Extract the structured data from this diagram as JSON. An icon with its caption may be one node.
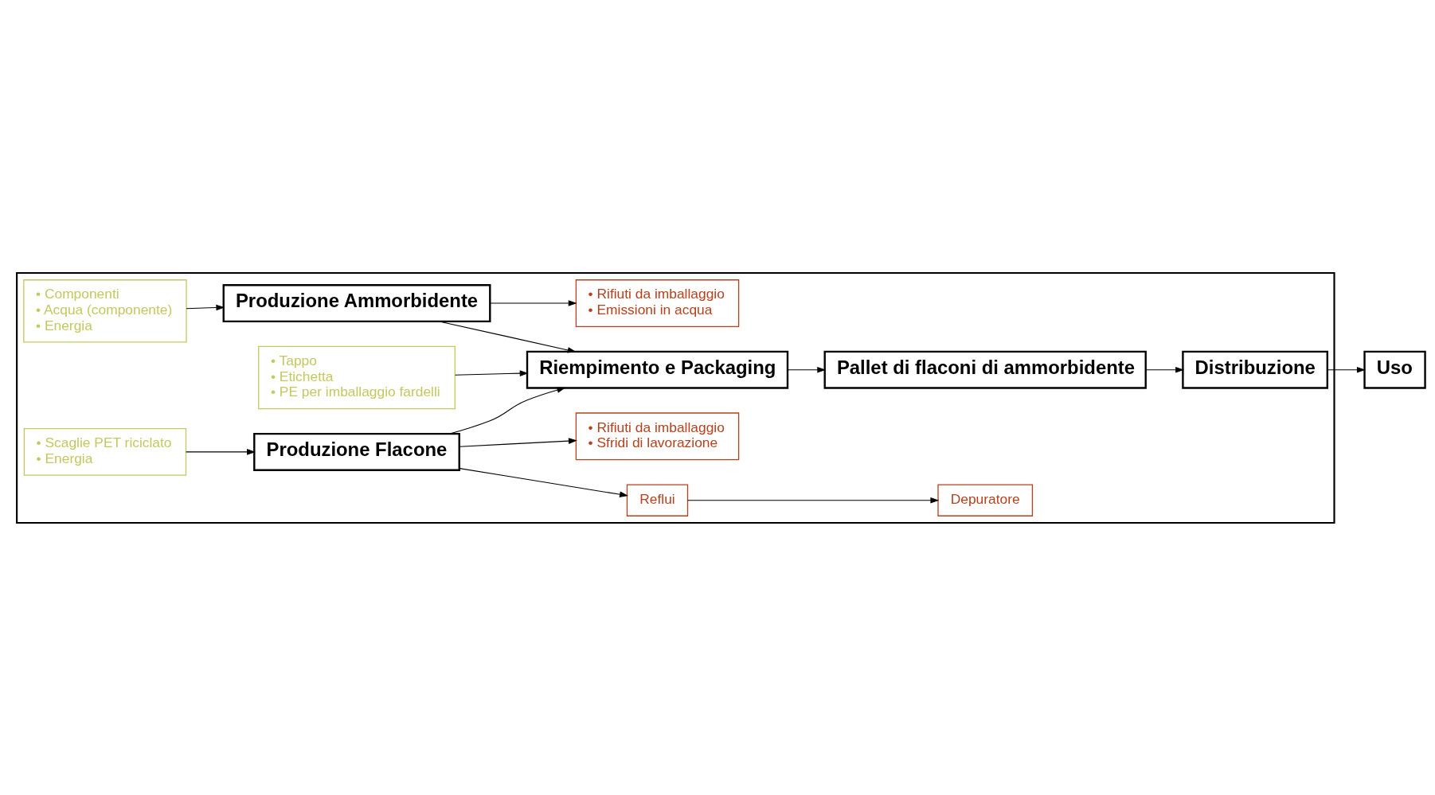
{
  "diagram": {
    "nodes": [
      {
        "text": [],
        "shape": "box"
      },
      {
        "text": [
          "• Componenti",
          "• Acqua (componente)",
          "• Energia"
        ],
        "in": 0
      },
      {
        "text": [
          "Produzione Ammorbidente"
        ],
        "in": 0
      },
      {
        "text": [
          "• Tappo",
          "• Etichetta",
          "• PE per imballaggio fardelli"
        ],
        "in": 0
      },
      {
        "text": [
          "• Rifiuti da imballaggio",
          "• Emissioni in acqua"
        ],
        "in": 0
      },
      {
        "text": [
          "Riempimento e Packaging"
        ],
        "in": 0
      },
      {
        "text": [
          "Pallet di flaconi di ammorbidente"
        ],
        "in": 0
      },
      {
        "text": [
          "• Scaglie PET riciclato",
          "• Energia"
        ],
        "in": 0
      },
      {
        "text": [
          "Produzione Flacone"
        ],
        "in": 0
      },
      {
        "text": [
          "Distribuzione"
        ],
        "in": 0
      },
      {
        "text": [
          "Uso"
        ]
      },
      {
        "text": [
          "• Rifiuti da imballaggio",
          "• Sfridi di lavorazione"
        ],
        "in": 0
      },
      {
        "text": [
          "Reflui"
        ],
        "in": 0
      },
      {
        "text": [
          "Depuratore"
        ],
        "in": 0
      }
    ],
    "edges": [
      {
        "from": 1,
        "to": 2,
        "arrow": "to"
      },
      {
        "from": 2,
        "to": 5,
        "arrow": "to"
      },
      {
        "from": 3,
        "to": 5,
        "arrow": "to"
      },
      {
        "from": 2,
        "to": 4,
        "arrow": "to"
      },
      {
        "from": 5,
        "to": 6,
        "arrow": "to"
      },
      {
        "from": 7,
        "to": 8,
        "arrow": "to"
      },
      {
        "from": 8,
        "to": 5,
        "arrow": "to"
      },
      {
        "from": 6,
        "to": 9,
        "arrow": "to"
      },
      {
        "from": 9,
        "to": 10,
        "arrow": "to"
      },
      {
        "from": 8,
        "to": 11,
        "arrow": "to"
      },
      {
        "from": 8,
        "to": 12,
        "arrow": "to"
      },
      {
        "from": 12,
        "to": 13,
        "arrow": "to"
      }
    ]
  }
}
